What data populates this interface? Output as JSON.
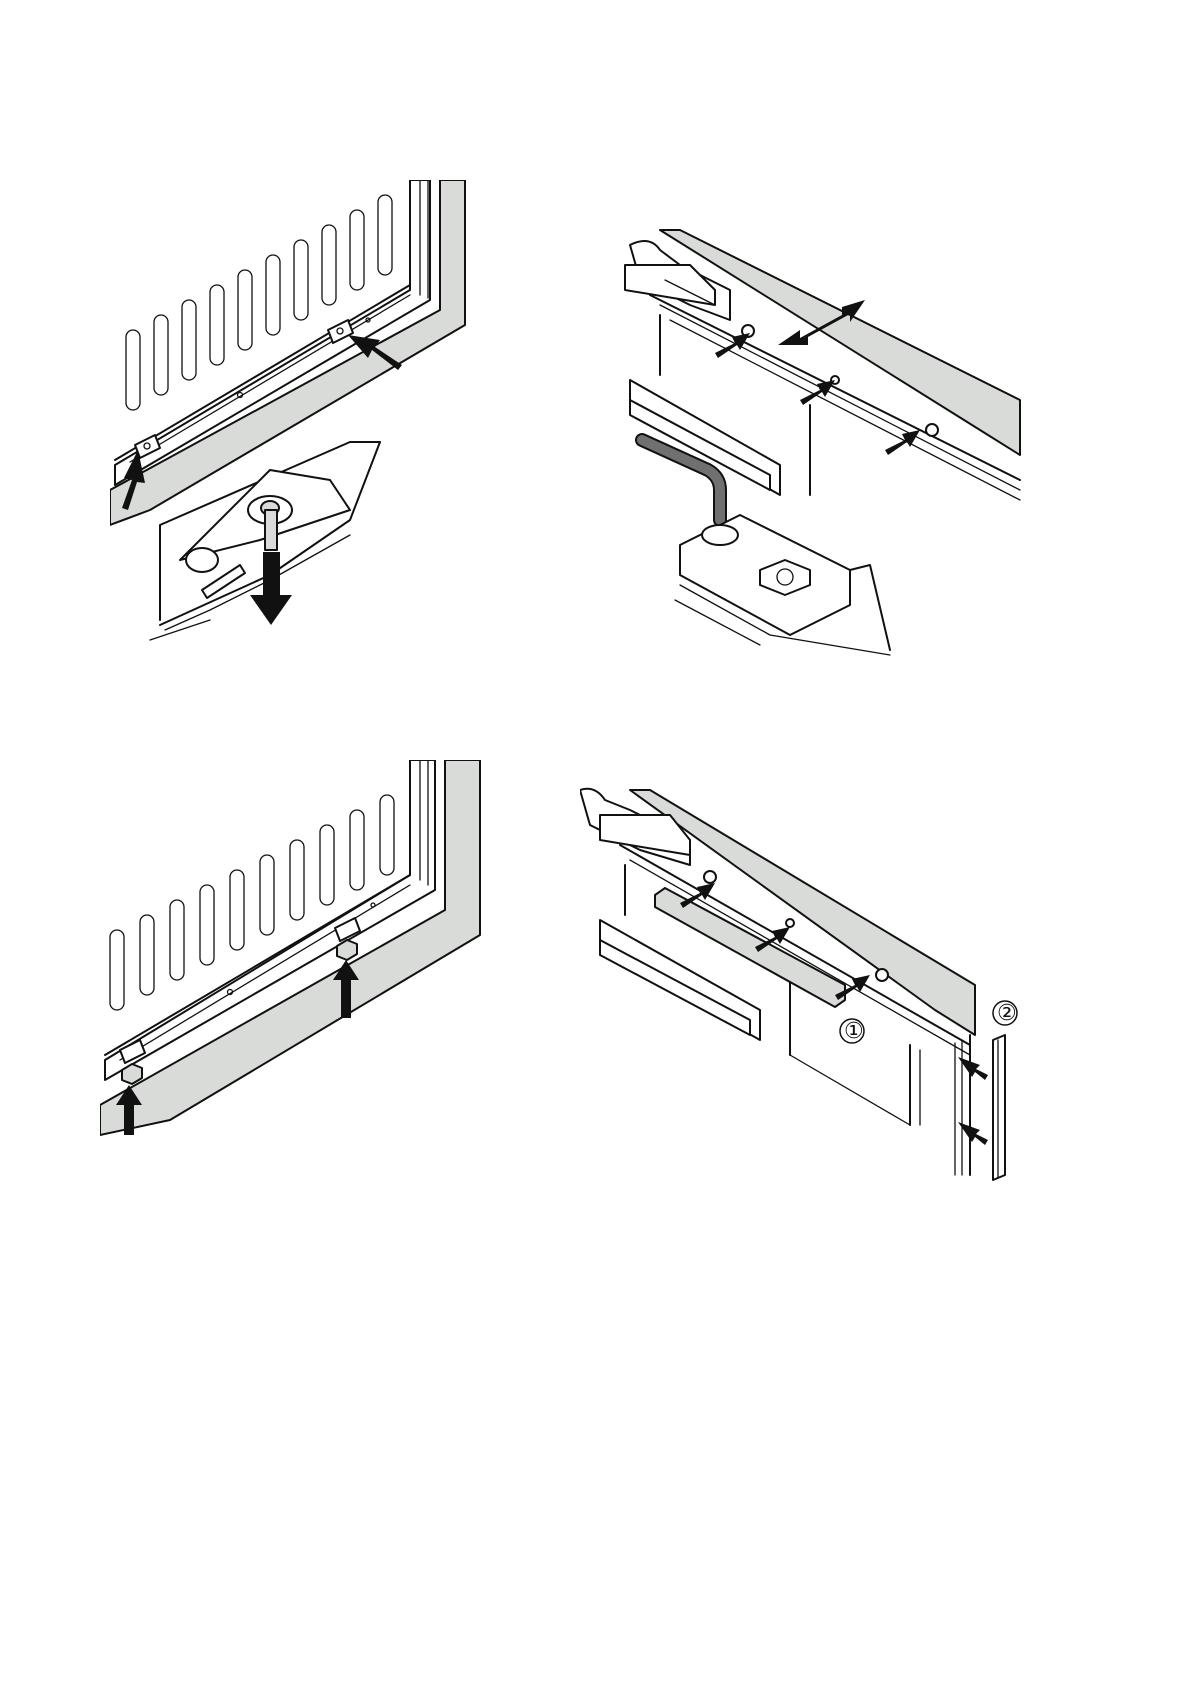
{
  "page": {
    "background": "#ffffff",
    "line_color": "#111111",
    "panel_fill": "#d9dbd8"
  },
  "figures": [
    {
      "id": "fig1",
      "description_icons": [
        "slotted-door-panel",
        "hinge-bracket",
        "screw",
        "arrow-down",
        "arrow-up"
      ]
    },
    {
      "id": "fig2",
      "description_icons": [
        "hand-gripping-clamp",
        "hinge-bracket",
        "allen-key",
        "double-arrow",
        "arrow"
      ]
    },
    {
      "id": "fig3",
      "description_icons": [
        "slotted-door-panel",
        "nut",
        "arrow-up"
      ]
    },
    {
      "id": "fig4",
      "labels": {
        "callout_1": "①",
        "callout_2": "②"
      },
      "description_icons": [
        "hand-gripping-clamp",
        "cover-strip",
        "side-strip",
        "arrow"
      ]
    }
  ]
}
